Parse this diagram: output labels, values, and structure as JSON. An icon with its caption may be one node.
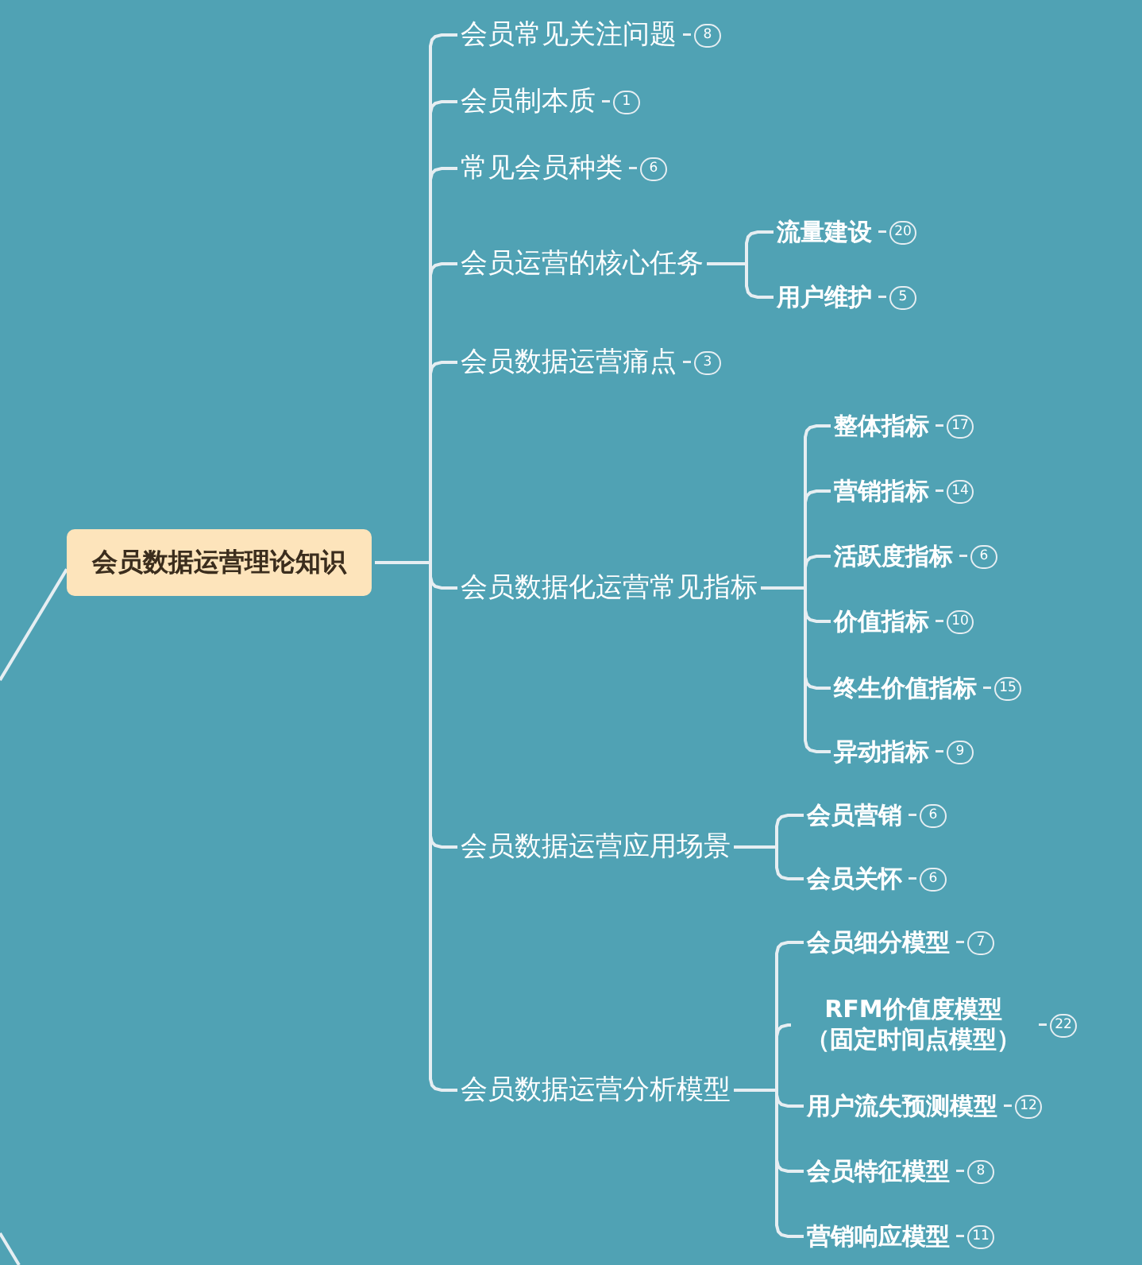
{
  "diagram": {
    "nodes": [
      {
        "text": [
          "会员数据运营理论知识"
        ]
      },
      {
        "text": [
          "会员常见关注问题"
        ],
        "beside": [
          "8"
        ]
      },
      {
        "text": [
          "会员制本质"
        ],
        "beside": [
          "1"
        ]
      },
      {
        "text": [
          "常见会员种类"
        ],
        "beside": [
          "6"
        ]
      },
      {
        "text": [
          "会员运营的核心任务"
        ]
      },
      {
        "text": [
          "流量建设"
        ],
        "beside": [
          "20"
        ]
      },
      {
        "text": [
          "用户维护"
        ],
        "beside": [
          "5"
        ]
      },
      {
        "text": [
          "会员数据运营痛点"
        ],
        "beside": [
          "3"
        ]
      },
      {
        "text": [
          "会员数据化运营常见指标"
        ]
      },
      {
        "text": [
          "整体指标"
        ],
        "beside": [
          "17"
        ]
      },
      {
        "text": [
          "营销指标"
        ],
        "beside": [
          "14"
        ]
      },
      {
        "text": [
          "活跃度指标"
        ],
        "beside": [
          "6"
        ]
      },
      {
        "text": [
          "价值指标"
        ],
        "beside": [
          "10"
        ]
      },
      {
        "text": [
          "终生价值指标"
        ],
        "beside": [
          "15"
        ]
      },
      {
        "text": [
          "异动指标"
        ],
        "beside": [
          "9"
        ]
      },
      {
        "text": [
          "会员数据运营应用场景"
        ]
      },
      {
        "text": [
          "会员营销"
        ],
        "beside": [
          "6"
        ]
      },
      {
        "text": [
          "会员关怀"
        ],
        "beside": [
          "6"
        ]
      },
      {
        "text": [
          "会员数据运营分析模型"
        ]
      },
      {
        "text": [
          "会员细分模型"
        ],
        "beside": [
          "7"
        ]
      },
      {
        "text": [
          "RFM价值度模型（固定时间点模型）"
        ],
        "beside": [
          "22"
        ]
      },
      {
        "text": [
          "用户流失预测模型"
        ],
        "beside": [
          "12"
        ]
      },
      {
        "text": [
          "会员特征模型"
        ],
        "beside": [
          "8"
        ]
      },
      {
        "text": [
          "营销响应模型"
        ],
        "beside": [
          "11"
        ]
      }
    ],
    "edges": [
      {
        "from": null,
        "to": 0,
        "arrow": "none"
      },
      {
        "from": 0,
        "to": 1,
        "arrow": "none"
      },
      {
        "from": 0,
        "to": 2,
        "arrow": "none"
      },
      {
        "from": 0,
        "to": 3,
        "arrow": "none"
      },
      {
        "from": 0,
        "to": 4,
        "arrow": "none"
      },
      {
        "from": 4,
        "to": 5,
        "arrow": "none"
      },
      {
        "from": 4,
        "to": 6,
        "arrow": "none"
      },
      {
        "from": 0,
        "to": 7,
        "arrow": "none"
      },
      {
        "from": 0,
        "to": 8,
        "arrow": "none"
      },
      {
        "from": 8,
        "to": 9,
        "arrow": "none"
      },
      {
        "from": 8,
        "to": 10,
        "arrow": "none"
      },
      {
        "from": 8,
        "to": 11,
        "arrow": "none"
      },
      {
        "from": 8,
        "to": 12,
        "arrow": "none"
      },
      {
        "from": 8,
        "to": 13,
        "arrow": "none"
      },
      {
        "from": 8,
        "to": 14,
        "arrow": "none"
      },
      {
        "from": 0,
        "to": 15,
        "arrow": "none"
      },
      {
        "from": 15,
        "to": 16,
        "arrow": "none"
      },
      {
        "from": 15,
        "to": 17,
        "arrow": "none"
      },
      {
        "from": 0,
        "to": 18,
        "arrow": "none"
      },
      {
        "from": 18,
        "to": 19,
        "arrow": "none"
      },
      {
        "from": 18,
        "to": 20,
        "arrow": "none"
      },
      {
        "from": 18,
        "to": 21,
        "arrow": "none"
      },
      {
        "from": 18,
        "to": 22,
        "arrow": "none"
      },
      {
        "from": 18,
        "to": 23,
        "arrow": "none"
      }
    ]
  }
}
